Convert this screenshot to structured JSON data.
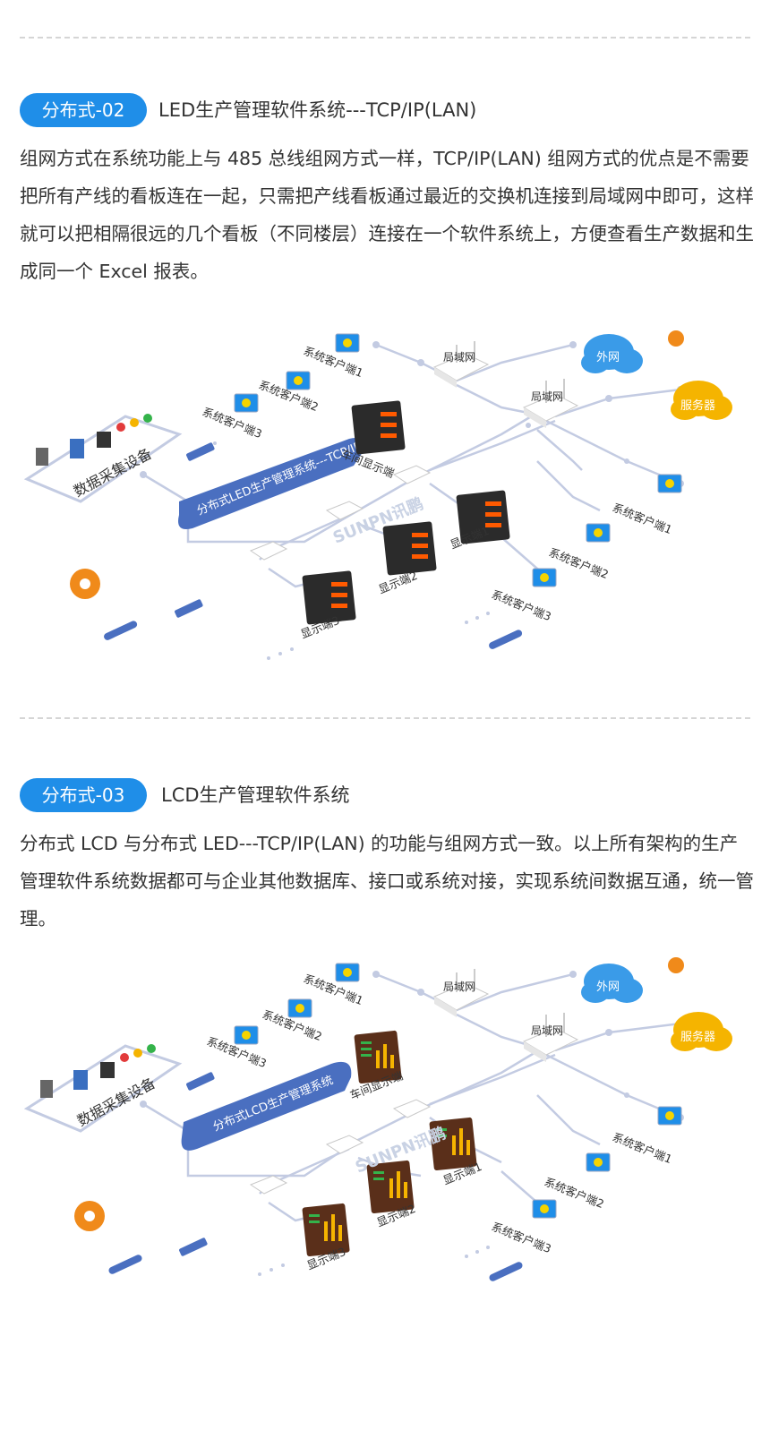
{
  "sections": [
    {
      "badge": "分布式-02",
      "heading": "LED生产管理软件系统---TCP/IP(LAN)",
      "paragraph": "组网方式在系统功能上与 485 总线组网方式一样，TCP/IP(LAN) 组网方式的优点是不需要把所有产线的看板连在一起，只需把产线看板通过最近的交换机连接到局域网中即可，这样就可以把相隔很远的几个看板（不同楼层）连接在一个软件系统上，方便查看生产数据和生成同一个 Excel 报表。",
      "diagram": {
        "band_label": "分布式LED生产管理系统---TCP/IP",
        "collect_label": "数据采集设备",
        "lan_a": "局域网",
        "lan_b": "局域网",
        "cloud_external": "外网",
        "cloud_server": "服务器",
        "client_top_1": "系统客户端1",
        "client_top_2": "系统客户端2",
        "client_top_3": "系统客户端3",
        "client_right_1": "系统客户端1",
        "client_right_2": "系统客户端2",
        "client_right_3": "系统客户端3",
        "workshop_display": "车间显示端",
        "display_1": "显示端1",
        "display_2": "显示端2",
        "display_3": "显示端3",
        "watermark": "SUNPN讯鹏"
      }
    },
    {
      "badge": "分布式-03",
      "heading": "LCD生产管理软件系统",
      "paragraph": "分布式 LCD 与分布式 LED---TCP/IP(LAN) 的功能与组网方式一致。以上所有架构的生产管理软件系统数据都可与企业其他数据库、接口或系统对接，实现系统间数据互通，统一管理。",
      "diagram": {
        "band_label": "分布式LCD生产管理系统",
        "collect_label": "数据采集设备",
        "lan_a": "局域网",
        "lan_b": "局域网",
        "cloud_external": "外网",
        "cloud_server": "服务器",
        "client_top_1": "系统客户端1",
        "client_top_2": "系统客户端2",
        "client_top_3": "系统客户端3",
        "client_right_1": "系统客户端1",
        "client_right_2": "系统客户端2",
        "client_right_3": "系统客户端3",
        "workshop_display": "车间显示端",
        "display_1": "显示端1",
        "display_2": "显示端2",
        "display_3": "显示端3",
        "watermark": "SUNPN讯鹏"
      }
    }
  ],
  "colors": {
    "badge": "#1f8ee8",
    "band": "#4a6fc0",
    "line": "#c3cbe2",
    "cloud_blue": "#3a9be8",
    "cloud_yellow": "#f5b400",
    "gear": "#f08a1a",
    "led_text": "#ff5a00",
    "screen": "#1f8ee8"
  }
}
